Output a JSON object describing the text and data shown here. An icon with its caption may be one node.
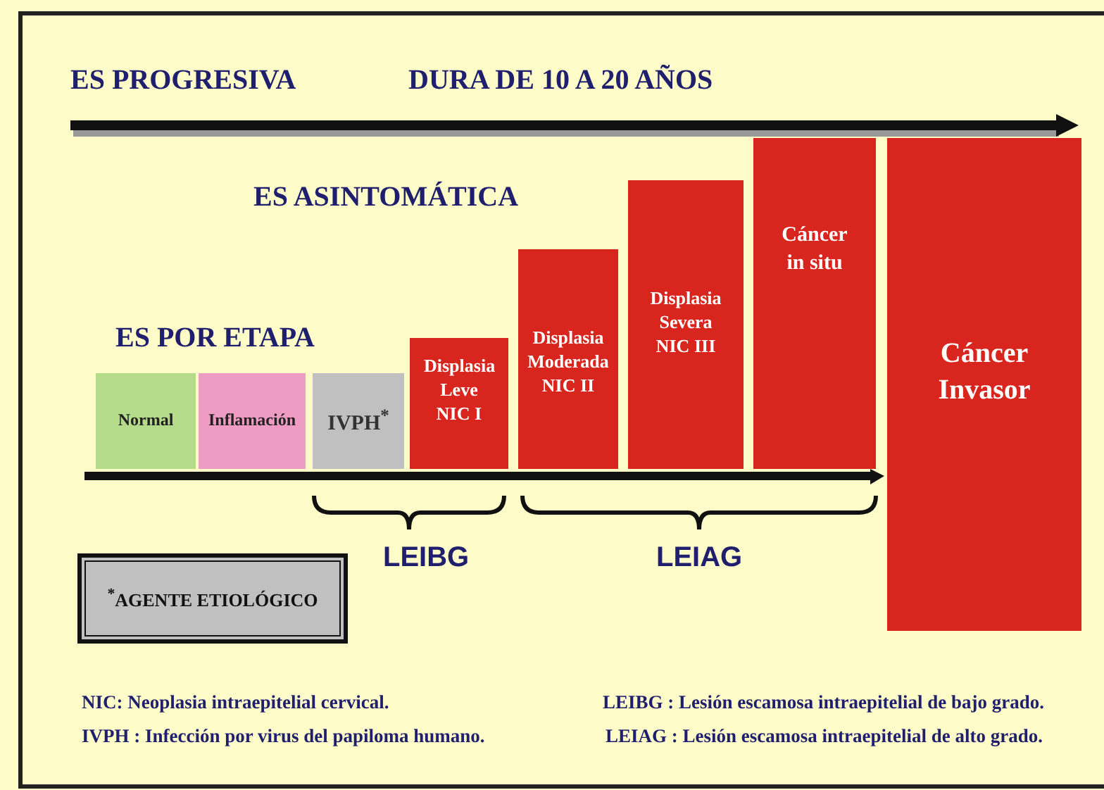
{
  "diagram": {
    "nodes": [
      {
        "text": [
          "Normal"
        ]
      },
      {
        "text": [
          "Inflamación"
        ]
      },
      {
        "text": [
          "IVPH$^{*}$"
        ]
      },
      {
        "text": [
          "Displasia Leve NIC I"
        ]
      },
      {
        "text": [
          "Displasia Moderada NIC II"
        ]
      },
      {
        "text": [
          "Displasia Severa NIC III"
        ]
      },
      {
        "text": [
          "Cáncer in situ"
        ]
      },
      {
        "text": [
          "Cáncer Invasor"
        ]
      },
      {
        "text": [
          "$^{*}$AGENTE ETIOLÓGICO"
        ]
      }
    ],
    "edges": [],
    "labels": [
      "ES PROGRESIVA",
      "DURA DE 10 A 20 AÑOS",
      "ES ASINTOMÁTICA",
      "ES POR ETAPA",
      "LEIBG",
      "LEIAG",
      "NIC: Neoplasia intraepitelial cervical.",
      "LEIBG : Lesión escamosa intraepitelial de bajo grado.",
      "IVPH : Infección por virus del papiloma humano.",
      "LEIAG : Lesión escamosa intraepitelial de alto grado."
    ]
  }
}
